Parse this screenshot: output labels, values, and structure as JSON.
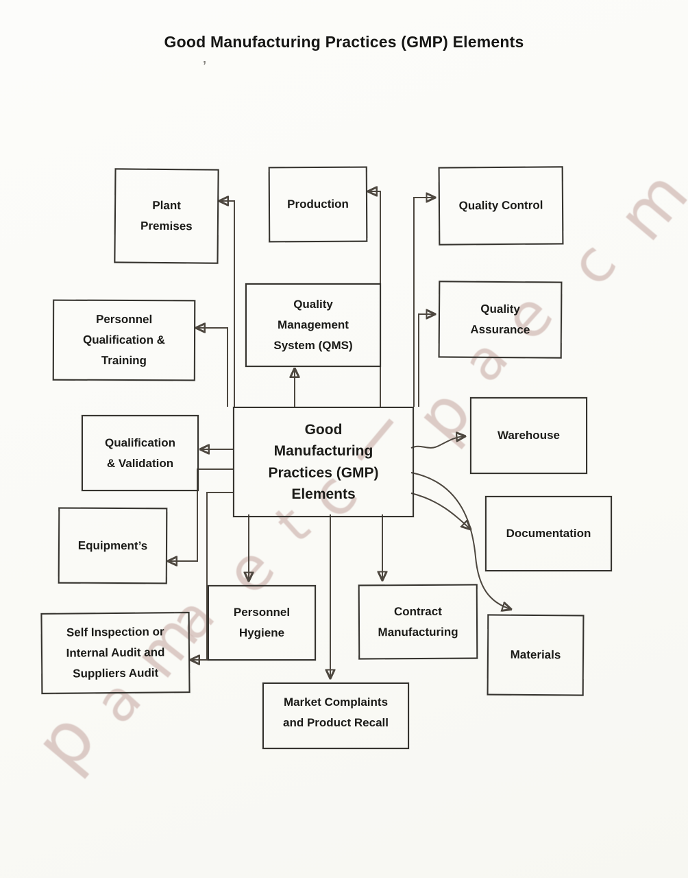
{
  "page": {
    "title": "Good Manufacturing Practices (GMP) Elements"
  },
  "diagram": {
    "center": {
      "id": "gmp-elements",
      "label": "Good\nManufacturing\nPractices (GMP)\nElements"
    },
    "nodes": [
      {
        "id": "plant-premises",
        "label": "Plant\nPremises"
      },
      {
        "id": "production",
        "label": "Production"
      },
      {
        "id": "quality-control",
        "label": "Quality Control"
      },
      {
        "id": "personnel-qualification-training",
        "label": "Personnel\nQualification &\nTraining"
      },
      {
        "id": "quality-management-system",
        "label": "Quality\nManagement\nSystem (QMS)"
      },
      {
        "id": "quality-assurance",
        "label": "Quality\nAssurance"
      },
      {
        "id": "qualification-validation",
        "label": "Qualification\n& Validation"
      },
      {
        "id": "warehouse",
        "label": "Warehouse"
      },
      {
        "id": "equipments",
        "label": "Equipment’s"
      },
      {
        "id": "documentation",
        "label": "Documentation"
      },
      {
        "id": "self-inspection",
        "label": "Self Inspection or\nInternal Audit and\nSuppliers Audit"
      },
      {
        "id": "personnel-hygiene",
        "label": "Personnel\nHygiene"
      },
      {
        "id": "contract-manufacturing",
        "label": "Contract\nManufacturing"
      },
      {
        "id": "materials",
        "label": "Materials"
      },
      {
        "id": "market-complaints-recall",
        "label": "Market Complaints\nand Product Recall"
      }
    ],
    "edges": [
      {
        "from": "gmp-elements",
        "to": "plant-premises"
      },
      {
        "from": "gmp-elements",
        "to": "production"
      },
      {
        "from": "gmp-elements",
        "to": "quality-control"
      },
      {
        "from": "gmp-elements",
        "to": "personnel-qualification-training"
      },
      {
        "from": "gmp-elements",
        "to": "quality-management-system"
      },
      {
        "from": "gmp-elements",
        "to": "quality-assurance"
      },
      {
        "from": "gmp-elements",
        "to": "qualification-validation"
      },
      {
        "from": "gmp-elements",
        "to": "warehouse"
      },
      {
        "from": "gmp-elements",
        "to": "equipments"
      },
      {
        "from": "gmp-elements",
        "to": "documentation"
      },
      {
        "from": "gmp-elements",
        "to": "self-inspection"
      },
      {
        "from": "gmp-elements",
        "to": "personnel-hygiene"
      },
      {
        "from": "gmp-elements",
        "to": "contract-manufacturing"
      },
      {
        "from": "gmp-elements",
        "to": "materials"
      },
      {
        "from": "gmp-elements",
        "to": "market-complaints-recall"
      }
    ]
  },
  "watermark": {
    "letters": [
      "p",
      "a",
      "m",
      "a",
      "e",
      "t",
      "c",
      "l",
      "p",
      "a",
      "e",
      "c",
      "m"
    ]
  },
  "marks": {
    "stray": "’"
  },
  "colors": {
    "paper": "#fbfbf8",
    "ink": "#1b1b18",
    "line": "#4d473f",
    "arrowhead": "#948c82",
    "watermark": "#be9c95"
  }
}
